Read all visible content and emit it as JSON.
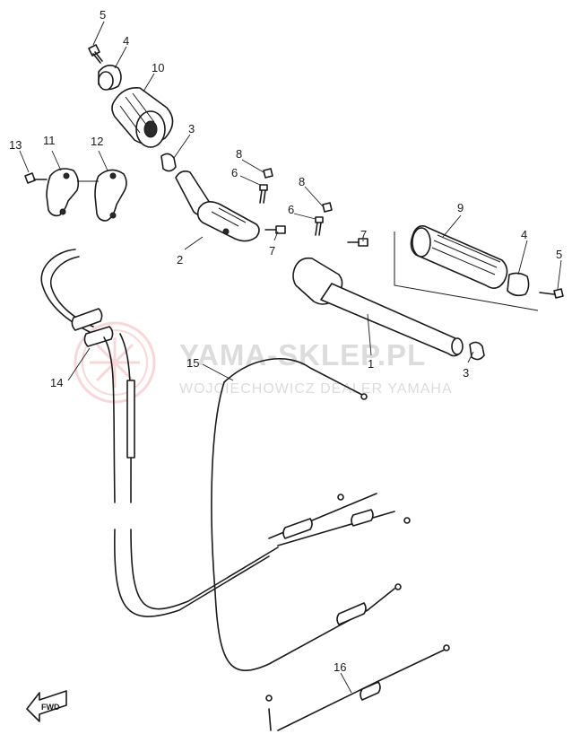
{
  "watermark": {
    "title": "YAMA-SKLEP.PL",
    "subtitle": "WOJCIECHOWICZ DEALER YAMAHA",
    "color": "#dcdcdc",
    "logo_color": "#f2b8b8"
  },
  "fwd_label": "FWD",
  "callouts": [
    {
      "id": "5-top",
      "label": "5"
    },
    {
      "id": "4-top",
      "label": "4"
    },
    {
      "id": "10",
      "label": "10"
    },
    {
      "id": "3-top",
      "label": "3"
    },
    {
      "id": "13",
      "label": "13"
    },
    {
      "id": "11",
      "label": "11"
    },
    {
      "id": "12",
      "label": "12"
    },
    {
      "id": "8-a",
      "label": "8"
    },
    {
      "id": "6-a",
      "label": "6"
    },
    {
      "id": "8-b",
      "label": "8"
    },
    {
      "id": "6-b",
      "label": "6"
    },
    {
      "id": "2",
      "label": "2"
    },
    {
      "id": "7-a",
      "label": "7"
    },
    {
      "id": "7-b",
      "label": "7"
    },
    {
      "id": "9",
      "label": "9"
    },
    {
      "id": "4-right",
      "label": "4"
    },
    {
      "id": "5-right",
      "label": "5"
    },
    {
      "id": "1",
      "label": "1"
    },
    {
      "id": "3-right",
      "label": "3"
    },
    {
      "id": "15",
      "label": "15"
    },
    {
      "id": "14",
      "label": "14"
    },
    {
      "id": "16",
      "label": "16"
    }
  ]
}
